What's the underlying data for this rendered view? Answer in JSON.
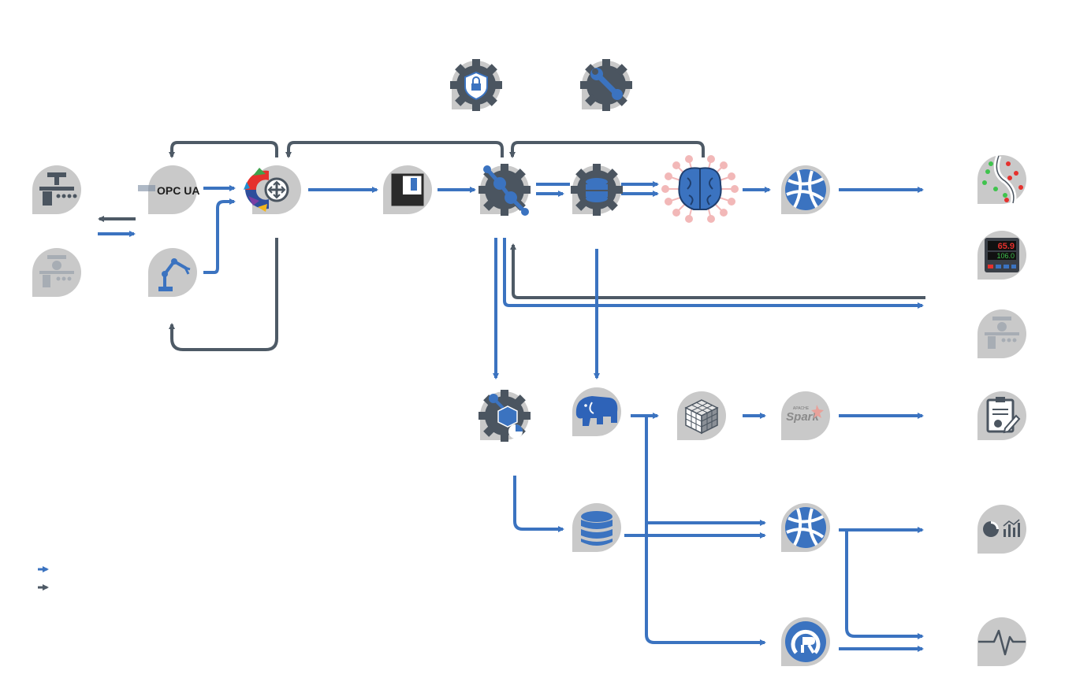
{
  "colors": {
    "blue": "#3b73c0",
    "dark": "#4e5a66",
    "node_bg": "#c9c9c9",
    "gear": "#4b5560",
    "pink": "#f2b8b8"
  },
  "labels": {
    "opcua": "OPC UA",
    "spark_small": "APACHE",
    "spark": "Spark",
    "controller_top": "65.9",
    "controller_bottom": "106.0"
  },
  "nodes": [
    {
      "id": "machine-a",
      "icon": "factory-machine-icon"
    },
    {
      "id": "machine-b",
      "icon": "factory-machine-faded-icon"
    },
    {
      "id": "opcua",
      "icon": "opc-ua-logo"
    },
    {
      "id": "robot",
      "icon": "robot-arm-icon"
    },
    {
      "id": "gateway",
      "icon": "hub-gateway-icon"
    },
    {
      "id": "buffer",
      "icon": "frame-icon"
    },
    {
      "id": "stream-gear",
      "icon": "stream-gear-icon"
    },
    {
      "id": "security-gear",
      "icon": "security-gear-icon"
    },
    {
      "id": "maintenance-gear",
      "icon": "maintenance-gear-icon"
    },
    {
      "id": "db-gear",
      "icon": "database-gear-icon"
    },
    {
      "id": "ai-brain",
      "icon": "ai-brain-icon"
    },
    {
      "id": "service-top",
      "icon": "network-service-icon"
    },
    {
      "id": "anomaly",
      "icon": "scatter-classification-icon"
    },
    {
      "id": "controller",
      "icon": "temperature-controller-icon"
    },
    {
      "id": "machine-right",
      "icon": "factory-machine-faded-icon"
    },
    {
      "id": "etl-gear",
      "icon": "cube-chart-gear-icon"
    },
    {
      "id": "hadoop",
      "icon": "hadoop-elephant-icon"
    },
    {
      "id": "olap-cube",
      "icon": "rubik-cube-icon"
    },
    {
      "id": "spark",
      "icon": "apache-spark-logo"
    },
    {
      "id": "report",
      "icon": "clipboard-report-icon"
    },
    {
      "id": "database",
      "icon": "database-icon"
    },
    {
      "id": "service-mid",
      "icon": "network-service-icon"
    },
    {
      "id": "dashboard",
      "icon": "pie-bar-chart-icon"
    },
    {
      "id": "r-engine",
      "icon": "r-refresh-icon"
    },
    {
      "id": "monitor",
      "icon": "heartbeat-icon"
    }
  ],
  "legend": [
    {
      "color": "blue"
    },
    {
      "color": "dark"
    }
  ]
}
